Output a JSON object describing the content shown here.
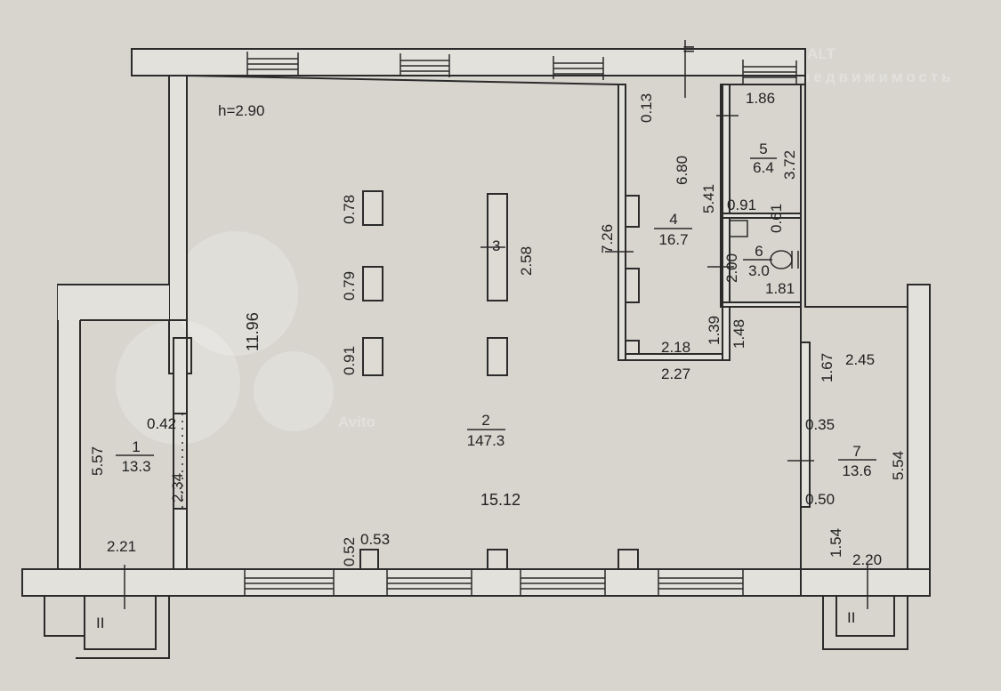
{
  "ceiling_height": "h=2.90",
  "rooms": [
    {
      "number": "1",
      "area": "13.3"
    },
    {
      "number": "2",
      "area": "147.3"
    },
    {
      "number": "3"
    },
    {
      "number": "4",
      "area": "16.7"
    },
    {
      "number": "5",
      "area": "6.4"
    },
    {
      "number": "6",
      "area": "3.0"
    },
    {
      "number": "7",
      "area": "13.6"
    }
  ],
  "dimensions": {
    "main_length": "11.96",
    "main_width": "15.12",
    "col_a": "0.78",
    "col_b": "0.79",
    "col_c": "0.91",
    "col_3": "2.58",
    "partition": "7.26",
    "r1_len": "5.57",
    "r1_opening": "2.34",
    "r1_gap": "0.42",
    "r1_width": "2.21",
    "pier_a": "0.52",
    "pier_b": "0.53",
    "r4_top": "0.13",
    "r4_len": "6.80",
    "r4_side": "5.41",
    "r4_a": "1.39",
    "r4_b": "1.48",
    "r4_c": "2.18",
    "r4_d": "2.27",
    "r5_w": "1.86",
    "r5_l": "3.72",
    "r5_a": "0.91",
    "r5_b": "0.61",
    "r6_l": "2.00",
    "r6_w": "1.81",
    "r7_a": "2.45",
    "r7_b": "1.67",
    "r7_c": "0.35",
    "r7_d": "5.54",
    "r7_e": "0.50",
    "r7_f": "1.54",
    "r7_g": "2.20"
  },
  "stair_marks": [
    "II",
    "II",
    "II"
  ],
  "watermarks": {
    "main": "Avito",
    "brand": "ONREALT",
    "brand_sub": "недвижимость"
  }
}
